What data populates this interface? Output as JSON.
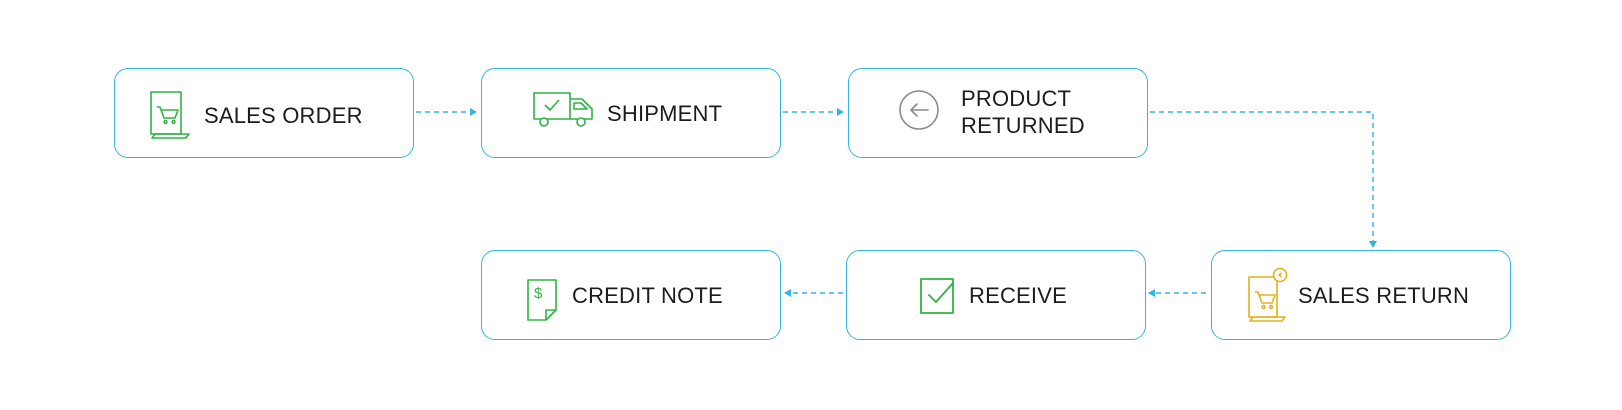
{
  "flow": {
    "nodes": [
      {
        "id": "sales_order",
        "label": "SALES ORDER",
        "icon": "sales-order-cart-icon",
        "color": "#2fb344"
      },
      {
        "id": "shipment",
        "label": "SHIPMENT",
        "icon": "delivery-truck-icon",
        "color": "#2fb344"
      },
      {
        "id": "product_returned",
        "label": "PRODUCT\nRETURNED",
        "icon": "return-arrow-icon",
        "color": "#8a8a8a"
      },
      {
        "id": "sales_return",
        "label": "SALES RETURN",
        "icon": "sales-return-cart-icon",
        "color": "#e0b21b"
      },
      {
        "id": "receive",
        "label": "RECEIVE",
        "icon": "checkbox-check-icon",
        "color": "#2fb344"
      },
      {
        "id": "credit_note",
        "label": "CREDIT NOTE",
        "icon": "credit-note-dollar-icon",
        "color": "#2fb344"
      }
    ],
    "edges": [
      {
        "from": "sales_order",
        "to": "shipment"
      },
      {
        "from": "shipment",
        "to": "product_returned"
      },
      {
        "from": "product_returned",
        "to": "sales_return"
      },
      {
        "from": "sales_return",
        "to": "receive"
      },
      {
        "from": "receive",
        "to": "credit_note"
      }
    ],
    "colors": {
      "border": "#35b4e0",
      "connector": "#35b4e0",
      "text": "#1c1c1c"
    }
  }
}
